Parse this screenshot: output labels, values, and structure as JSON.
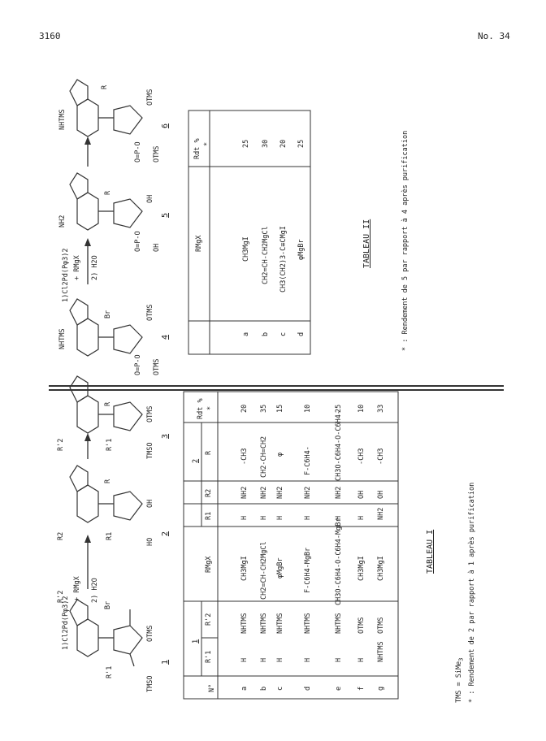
{
  "header": {
    "page_number": "3160",
    "issue": "No. 34"
  },
  "left": {
    "caption": "TABLEAU I",
    "tms_note": "TMS = SiMe",
    "tms_sub": "3",
    "footnote": "* : Rendement de 2 par rapport à 1 après purification",
    "scheme": {
      "c1_num": "1",
      "c2_num": "2",
      "c3_num": "3",
      "reagent_line1": "1)Cl2Pd(Pφ3)2",
      "reagent_line2": "+ RMgX",
      "reagent_line3": "2) H2O",
      "c1_r2": "R'2",
      "c1_r1": "R'1",
      "c1_br": "Br",
      "c1_tmso": "TMSO",
      "c1_otms": "OTMS",
      "c2_r2": "R2",
      "c2_r1": "R1",
      "c2_r": "R",
      "c2_ho": "HO",
      "c2_oh": "OH",
      "c3_r2": "R'2",
      "c3_r1": "R'1",
      "c3_r": "R",
      "c3_tmso": "TMSO",
      "c3_otms": "OTMS"
    },
    "table": {
      "col_no": "N°",
      "grp1": "1",
      "grp2": "2",
      "col_r1p": "R'1",
      "col_r2p": "R'2",
      "col_rmgx": "RMgX",
      "col_r1": "R1",
      "col_r2": "R2",
      "col_r": "R",
      "col_rdt": "Rdt %",
      "col_rdt_star": "*",
      "rows": [
        {
          "n": "a",
          "r1p": "H",
          "r2p": "NHTMS",
          "rmgx": "CH3MgI",
          "r1": "H",
          "r2": "NH2",
          "r": "-CH3",
          "rdt": "20"
        },
        {
          "n": "b",
          "r1p": "H",
          "r2p": "NHTMS",
          "rmgx": "CH2=CH-CH2MgCl",
          "r1": "H",
          "r2": "NH2",
          "r": "CH2-CH=CH2",
          "rdt": "35"
        },
        {
          "n": "c",
          "r1p": "H",
          "r2p": "NHTMS",
          "rmgx": "φMgBr",
          "r1": "H",
          "r2": "NH2",
          "r": "φ",
          "rdt": "15"
        },
        {
          "n": "d",
          "r1p": "H",
          "r2p": "NHTMS",
          "rmgx": "F-C6H4-MgBr",
          "r1": "H",
          "r2": "NH2",
          "r": "F-C6H4-",
          "rdt": "10"
        },
        {
          "n": "e",
          "r1p": "H",
          "r2p": "NHTMS",
          "rmgx": "CH3O-C6H4-O-C6H4-MgBr",
          "r1": "H",
          "r2": "NH2",
          "r": "CH3O-C6H4-O-C6H4-",
          "rdt": "25"
        },
        {
          "n": "f",
          "r1p": "H",
          "r2p": "OTMS",
          "rmgx": "CH3MgI",
          "r1": "H",
          "r2": "OH",
          "r": "-CH3",
          "rdt": "10"
        },
        {
          "n": "g",
          "r1p": "NHTMS",
          "r2p": "OTMS",
          "rmgx": "CH3MgI",
          "r1": "NH2",
          "r2": "OH",
          "r": "-CH3",
          "rdt": "33"
        }
      ]
    }
  },
  "right": {
    "caption": "TABLEAU II",
    "footnote": "* : Rendement de 5 par rapport à 4 après purification",
    "scheme": {
      "c4_num": "4",
      "c5_num": "5",
      "c6_num": "6",
      "reagent_line1": "1)Cl2Pd(Pφ3)2",
      "reagent_line2": "+ RMgX",
      "reagent_line3": "2) H2O",
      "c4_nhtms": "NHTMS",
      "c4_br": "Br",
      "c4_otms": "OTMS",
      "c4_p": "O=P-O",
      "c4_otms2": "OTMS",
      "c5_nh2": "NH2",
      "c5_r": "R",
      "c5_oh": "OH",
      "c5_p": "O=P-O",
      "c5_oh2": "OH",
      "c6_nhtms": "NHTMS",
      "c6_r": "R",
      "c6_otms": "OTMS",
      "c6_p": "O=P-O",
      "c6_otms2": "OTMS"
    },
    "table": {
      "col_rmgx": "RMgX",
      "col_rdt": "Rdt %",
      "col_rdt_star": "*",
      "rows": [
        {
          "n": "a",
          "rmgx": "CH3MgI",
          "rdt": "25"
        },
        {
          "n": "b",
          "rmgx": "CH2=CH-CH2MgCl",
          "rdt": "30"
        },
        {
          "n": "c",
          "rmgx": "CH3(CH2)3-C≡CMgI",
          "rdt": "20"
        },
        {
          "n": "d",
          "rmgx": "φMgBr",
          "rdt": "25"
        }
      ]
    }
  }
}
